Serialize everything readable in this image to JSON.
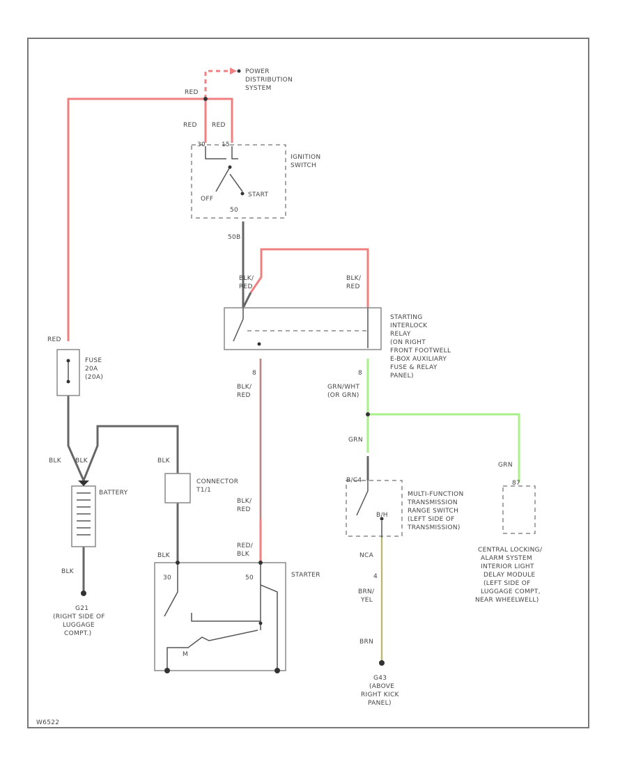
{
  "labels": {
    "power_dist": [
      "POWER",
      "DISTRIBUTION",
      "SYSTEM"
    ],
    "red_top": "RED",
    "red_a": "RED",
    "red_b": "RED",
    "ign_pin_a": "30",
    "ign_pin_b": "15",
    "ignition_switch": [
      "IGNITION",
      "SWITCH"
    ],
    "off": "OFF",
    "start": "START",
    "ign_pin_50": "50",
    "wire_50": "50B",
    "blk_red_left": [
      "BLK/",
      "RED"
    ],
    "blk_red_right": [
      "BLK/",
      "RED"
    ],
    "relay": [
      "STARTING",
      "INTERLOCK",
      "RELAY",
      "(ON RIGHT",
      "FRONT FOOTWELL",
      "E-BOX AUXILIARY",
      "FUSE & RELAY",
      "PANEL)"
    ],
    "red_fuse": "RED",
    "fuse": [
      "FUSE",
      "20A",
      "(20A)"
    ],
    "pin_relay_8": "8",
    "blk_red_mid": [
      "BLK/",
      "RED"
    ],
    "grn_wht": [
      "GRN/WHT",
      "(OR GRN)"
    ],
    "grn_a": "GRN",
    "grn_b": "GRN",
    "blk_a": "BLK",
    "blk_b": "BLK",
    "blk_c": "BLK",
    "battery": "BATTERY",
    "connector": [
      "CONNECTOR",
      "T1/1"
    ],
    "blk_red_low": [
      "BLK/",
      "RED"
    ],
    "red_blk": [
      "RED/",
      "BLK"
    ],
    "blk_d": "BLK",
    "mfs_pin_a": "B/C4",
    "mfs": [
      "MULTI-FUNCTION",
      "TRANSMISSION",
      "RANGE SWITCH",
      "(LEFT SIDE OF",
      "TRANSMISSION)"
    ],
    "mfs_pin_b": "B/H",
    "mfs_pin_c": "87",
    "central_locking": [
      "CENTRAL LOCKING/",
      "ALARM SYSTEM",
      "INTERIOR LIGHT",
      "DELAY MODULE",
      "(LEFT SIDE OF",
      "LUGGAGE COMPT,",
      "NEAR WHEELWELL)"
    ],
    "starter": "STARTER",
    "starter_pin_a": "30",
    "starter_pin_b": "50",
    "nca": "NCA",
    "pin_4": "4",
    "brn_yel": [
      "BRN/",
      "YEL"
    ],
    "brn": "BRN",
    "ground_left": [
      "G21",
      "(RIGHT SIDE OF",
      "LUGGAGE",
      "COMPT.)"
    ],
    "ground_right": [
      "G43",
      "(ABOVE",
      "RIGHT KICK",
      "PANEL)"
    ],
    "starter_m": "M",
    "footer_id": "W6522"
  }
}
